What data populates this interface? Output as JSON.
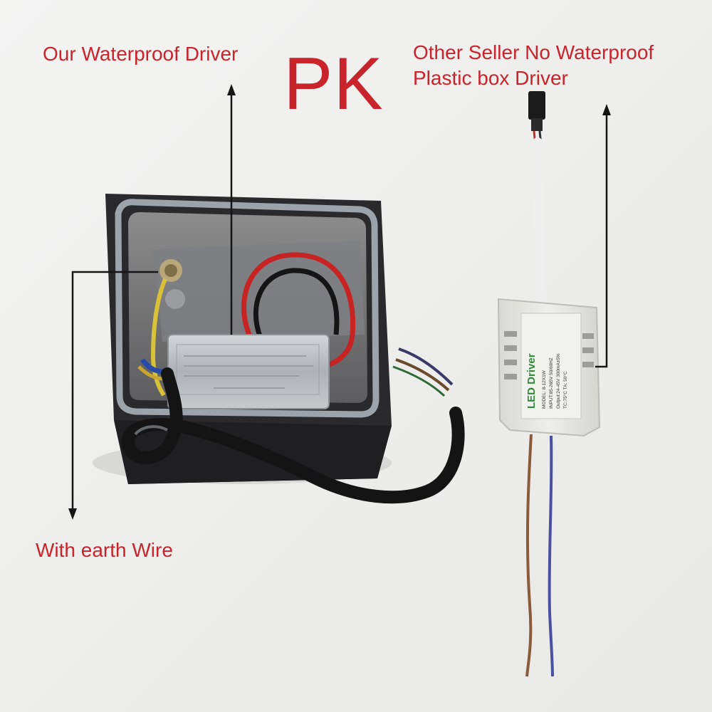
{
  "labels": {
    "our_driver": "Our Waterproof Driver",
    "pk": "PK",
    "other_line1": "Other Seller No Waterproof",
    "other_line2": "Plastic box Driver",
    "earth_wire": "With earth Wire"
  },
  "small_driver_label": {
    "brand": "LED Driver",
    "model": "MODEL: 8-12X1W",
    "input": "INPUT:85-265V  50/60HZ",
    "output": "Output:24-45V  300mA±5%",
    "temps": "TC:75°C    TA: 50°C"
  },
  "colors": {
    "annotation_red": "#c9242b",
    "background": "#efefee",
    "housing_black": "#2a2a2c",
    "aluminium": "#b8bbbe",
    "plastic_box": "#e6e6e2",
    "led_driver_green": "#2f8a3a"
  }
}
